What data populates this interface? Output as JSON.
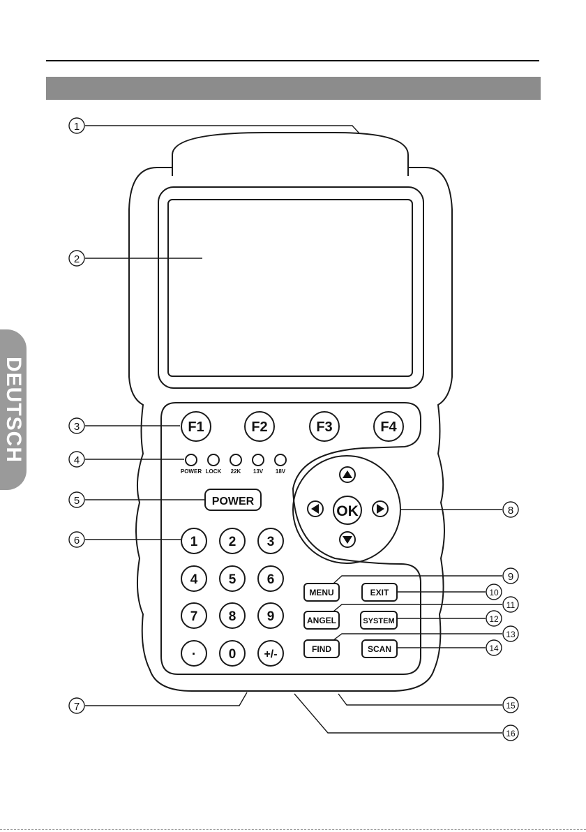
{
  "side_tab": {
    "label": "DEUTSCH"
  },
  "function_keys": [
    "F1",
    "F2",
    "F3",
    "F4"
  ],
  "leds": [
    "POWER",
    "LOCK",
    "22K",
    "13V",
    "18V"
  ],
  "power_button": "POWER",
  "keypad": [
    "1",
    "2",
    "3",
    "4",
    "5",
    "6",
    "7",
    "8",
    "9",
    "·",
    "0",
    "+/-"
  ],
  "nav": {
    "ok": "OK",
    "up": "up-arrow-icon",
    "down": "down-arrow-icon",
    "left": "left-arrow-icon",
    "right": "right-arrow-icon"
  },
  "menu_buttons": [
    "MENU",
    "EXIT",
    "ANGEL",
    "SYSTEM",
    "FIND",
    "SCAN"
  ],
  "callouts": [
    "1",
    "2",
    "3",
    "4",
    "5",
    "6",
    "7",
    "8",
    "9",
    "10",
    "11",
    "12",
    "13",
    "14",
    "15",
    "16"
  ],
  "colors": {
    "band": "#8c8c8c",
    "side_tab": "#9a9a9a",
    "outline": "#1a1a1a"
  }
}
